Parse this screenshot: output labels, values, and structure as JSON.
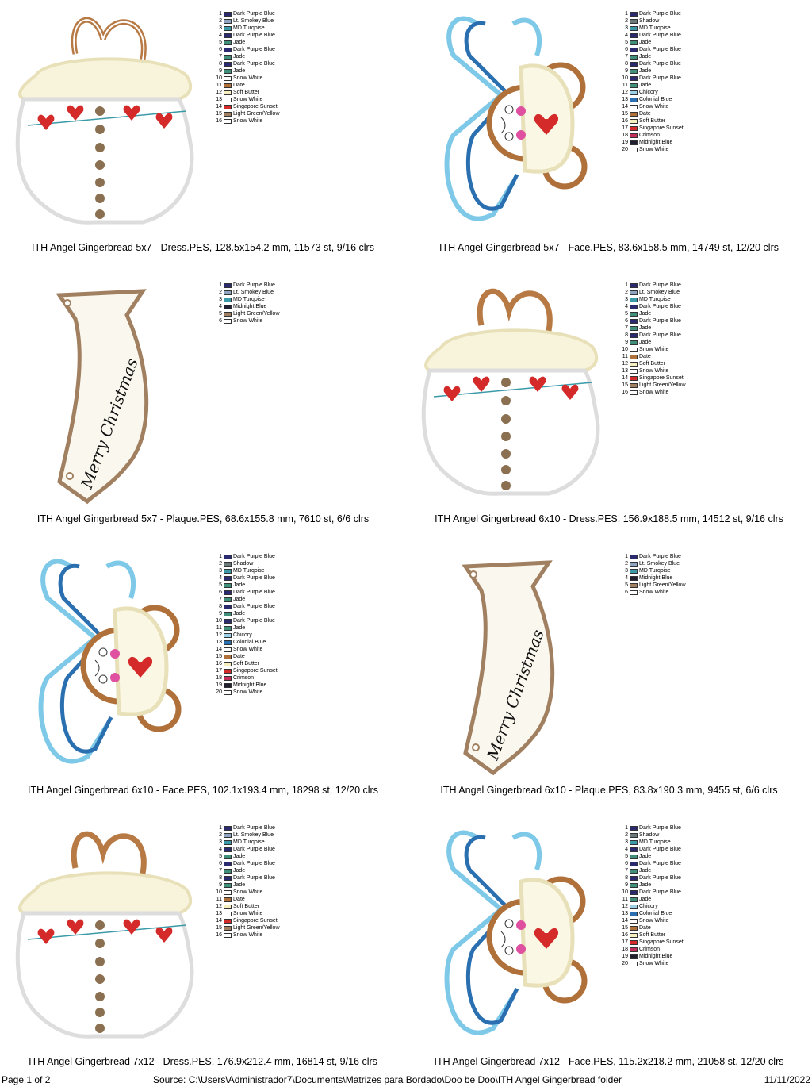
{
  "palettes": {
    "dress": [
      {
        "n": "1",
        "name": "Dark Purple Blue",
        "color": "#2b2a6e"
      },
      {
        "n": "2",
        "name": "Lt. Smokey Blue",
        "color": "#8ea4c0"
      },
      {
        "n": "3",
        "name": "MD Turqoise",
        "color": "#3a9aa8"
      },
      {
        "n": "4",
        "name": "Dark Purple Blue",
        "color": "#2b2a6e"
      },
      {
        "n": "5",
        "name": "Jade",
        "color": "#3f8f7a"
      },
      {
        "n": "6",
        "name": "Dark Purple Blue",
        "color": "#2b2a6e"
      },
      {
        "n": "7",
        "name": "Jade",
        "color": "#3f8f7a"
      },
      {
        "n": "8",
        "name": "Dark Purple Blue",
        "color": "#2b2a6e"
      },
      {
        "n": "9",
        "name": "Jade",
        "color": "#3f8f7a"
      },
      {
        "n": "10",
        "name": "Snow White",
        "color": "#ffffff"
      },
      {
        "n": "11",
        "name": "Date",
        "color": "#b0703a"
      },
      {
        "n": "12",
        "name": "Soft Butter",
        "color": "#f5efc0"
      },
      {
        "n": "13",
        "name": "Snow White",
        "color": "#ffffff"
      },
      {
        "n": "14",
        "name": "Singapore Sunset",
        "color": "#d42a2a"
      },
      {
        "n": "15",
        "name": "Light Green/Yellow",
        "color": "#a08060"
      },
      {
        "n": "16",
        "name": "Snow White",
        "color": "#ffffff"
      }
    ],
    "face": [
      {
        "n": "1",
        "name": "Dark Purple Blue",
        "color": "#2b2a6e"
      },
      {
        "n": "2",
        "name": "Shadow",
        "color": "#6a7a7a"
      },
      {
        "n": "3",
        "name": "MD Turqoise",
        "color": "#3a9aa8"
      },
      {
        "n": "4",
        "name": "Dark Purple Blue",
        "color": "#2b2a6e"
      },
      {
        "n": "5",
        "name": "Jade",
        "color": "#3f8f7a"
      },
      {
        "n": "6",
        "name": "Dark Purple Blue",
        "color": "#2b2a6e"
      },
      {
        "n": "7",
        "name": "Jade",
        "color": "#3f8f7a"
      },
      {
        "n": "8",
        "name": "Dark Purple Blue",
        "color": "#2b2a6e"
      },
      {
        "n": "9",
        "name": "Jade",
        "color": "#3f8f7a"
      },
      {
        "n": "10",
        "name": "Dark Purple Blue",
        "color": "#2b2a6e"
      },
      {
        "n": "11",
        "name": "Jade",
        "color": "#3f8f7a"
      },
      {
        "n": "12",
        "name": "Chicory",
        "color": "#9ccfe8"
      },
      {
        "n": "13",
        "name": "Colonial Blue",
        "color": "#2a6fb0"
      },
      {
        "n": "14",
        "name": "Snow White",
        "color": "#ffffff"
      },
      {
        "n": "15",
        "name": "Date",
        "color": "#b0703a"
      },
      {
        "n": "16",
        "name": "Soft Butter",
        "color": "#f5efc0"
      },
      {
        "n": "17",
        "name": "Singapore Sunset",
        "color": "#d42a2a"
      },
      {
        "n": "18",
        "name": "Crimson",
        "color": "#c0305a"
      },
      {
        "n": "19",
        "name": "Midnight Blue",
        "color": "#202030"
      },
      {
        "n": "20",
        "name": "Snow White",
        "color": "#ffffff"
      }
    ],
    "plaque": [
      {
        "n": "1",
        "name": "Dark Purple Blue",
        "color": "#2b2a6e"
      },
      {
        "n": "2",
        "name": "Lt. Smokey Blue",
        "color": "#8ea4c0"
      },
      {
        "n": "3",
        "name": "MD Turqoise",
        "color": "#3a9aa8"
      },
      {
        "n": "4",
        "name": "Midnight Blue",
        "color": "#202030"
      },
      {
        "n": "5",
        "name": "Light Green/Yellow",
        "color": "#a08060"
      },
      {
        "n": "6",
        "name": "Snow White",
        "color": "#ffffff"
      }
    ]
  },
  "designs": [
    {
      "kind": "dress",
      "caption": "ITH Angel Gingerbread 5x7 - Dress.PES, 128.5x154.2 mm, 11573 st, 9/16 clrs"
    },
    {
      "kind": "face",
      "caption": "ITH Angel Gingerbread 5x7 - Face.PES, 83.6x158.5 mm, 14749 st, 12/20 clrs"
    },
    {
      "kind": "plaque",
      "caption": "ITH Angel Gingerbread 5x7 - Plaque.PES, 68.6x155.8 mm, 7610 st, 6/6 clrs",
      "plaque_text": "Merry Christmas"
    },
    {
      "kind": "dress",
      "caption": "ITH Angel Gingerbread 6x10 - Dress.PES, 156.9x188.5 mm, 14512 st, 9/16 clrs"
    },
    {
      "kind": "face",
      "caption": "ITH Angel Gingerbread 6x10 - Face.PES, 102.1x193.4 mm, 18298 st, 12/20 clrs"
    },
    {
      "kind": "plaque",
      "caption": "ITH Angel Gingerbread 6x10 - Plaque.PES, 83.8x190.3 mm, 9455 st, 6/6 clrs",
      "plaque_text": "Merry Christmas"
    },
    {
      "kind": "dress",
      "caption": "ITH Angel Gingerbread 7x12 - Dress.PES, 176.9x212.4 mm, 16814 st, 9/16 clrs"
    },
    {
      "kind": "face",
      "caption": "ITH Angel Gingerbread 7x12 - Face.PES, 115.2x218.2 mm, 21058 st, 12/20 clrs"
    }
  ],
  "footer": {
    "page": "Page 1 of 2",
    "source": "Source: C:\\Users\\Administrador7\\Documents\\Matrizes para Bordado\\Doo be Doo\\ITH Angel Gingerbread folder",
    "date": "11/11/2022"
  }
}
